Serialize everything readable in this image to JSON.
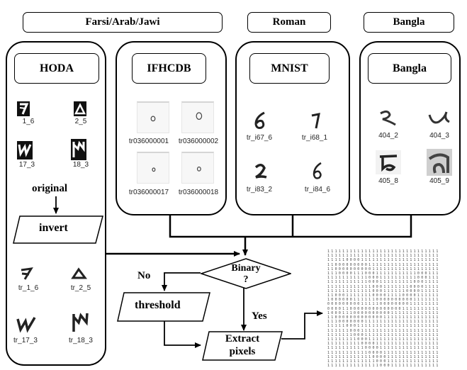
{
  "headers": {
    "farsi": "Farsi/Arab/Jawi",
    "roman": "Roman",
    "bangla": "Bangla"
  },
  "datasets": {
    "hoda": {
      "title": "HODA",
      "originals": [
        "1_6",
        "2_5",
        "17_3",
        "18_3"
      ],
      "original_label": "original",
      "invert_label": "invert",
      "inverted": [
        "tr_1_6",
        "tr_2_5",
        "tr_17_3",
        "tr_18_3"
      ]
    },
    "ifhcdb": {
      "title": "IFHCDB",
      "samples": [
        "tr036000001",
        "tr036000002",
        "tr036000017",
        "tr036000018"
      ]
    },
    "mnist": {
      "title": "MNIST",
      "samples": [
        "tr_i67_6",
        "tr_i68_1",
        "tr_i83_2",
        "tr_i84_6"
      ]
    },
    "bangla": {
      "title": "Bangla",
      "samples": [
        "404_2",
        "404_3",
        "405_8",
        "405_9"
      ]
    }
  },
  "flow": {
    "decision": "Binary\n?",
    "no_label": "No",
    "yes_label": "Yes",
    "threshold": "threshold",
    "extract": "Extract\npixels"
  },
  "matrix_rows": [
    "1 1 1 1 1 1 1 1 1 1 1 1 1 1 1 1 1 1 1 1 1 1 1 1 1 1 1 1 1 1",
    "1 1 1 1 1 1 1 1 1 1 1 1 1 1 1 1 1 1 1 1 1 1 1 1 1 1 1 1 1 1",
    "1 1 1 1 1 0 0 0 0 1 1 1 1 1 1 1 1 1 1 1 1 1 1 1 1 1 1 1 1 1",
    "1 1 0 0 0 0 0 0 0 0 0 1 1 1 1 1 1 1 1 1 1 1 1 1 1 1 1 1 1 1",
    "1 1 0 0 0 0 0 0 0 0 0 0 1 1 1 1 1 1 1 1 1 1 1 1 1 1 1 1 1 1",
    "1 1 1 0 0 0 0 1 1 1 0 0 0 1 1 1 1 1 1 1 1 1 1 1 0 0 0 1 1 1",
    "1 1 1 1 1 1 1 1 1 1 1 0 0 0 1 1 1 1 1 1 1 1 1 1 0 0 0 1 1 1",
    "1 1 1 1 1 1 1 1 1 1 1 0 0 0 1 1 1 1 1 1 1 1 1 0 0 0 1 1 1 1",
    "1 1 1 1 1 1 1 1 1 1 1 1 0 0 0 1 1 1 1 1 1 1 0 0 0 0 1 1 1 1",
    "1 1 1 1 1 1 1 1 1 1 1 1 0 0 0 1 1 1 1 1 1 0 0 0 0 1 1 1 1 1",
    "1 1 0 0 0 1 1 1 1 1 1 1 0 0 0 0 1 1 1 1 0 0 0 0 1 1 1 1 1 1",
    "1 0 0 0 0 0 0 1 1 1 1 1 1 0 0 0 0 0 0 0 0 0 0 1 1 1 1 1 1 1",
    "0 0 0 0 0 0 0 0 0 1 1 1 1 1 0 0 0 0 0 0 0 0 1 1 1 1 1 1 1 1",
    "0 0 0 0 1 1 0 0 0 0 0 0 0 0 0 0 0 0 0 0 1 1 1 1 1 1 1 1 1 1",
    "1 0 0 0 1 1 1 0 0 0 0 0 0 0 0 0 0 1 1 1 1 1 1 1 1 1 1 1 1 1",
    "1 1 0 0 0 0 0 0 0 0 0 0 0 0 0 1 1 1 1 1 1 1 1 1 1 1 1 1 1 1",
    "1 1 1 0 0 0 0 0 0 0 1 1 1 1 1 1 1 1 1 1 1 1 1 1 1 1 1 1 1 1",
    "1 1 1 1 1 0 0 0 1 1 1 1 1 1 1 1 1 1 1 1 1 1 1 1 1 1 1 1 1 1",
    "1 1 1 1 1 1 0 0 0 1 1 1 1 1 1 1 1 1 1 1 1 1 1 1 1 1 1 1 1 1",
    "1 1 1 1 1 1 1 0 0 0 1 1 1 1 1 1 1 1 1 1 1 1 1 1 1 1 1 1 1 1",
    "1 1 1 1 1 1 1 1 0 0 0 1 1 1 1 1 1 1 1 1 1 1 1 1 1 1 1 1 1 1",
    "1 1 1 1 1 1 1 1 1 0 0 0 0 1 1 1 1 1 1 1 1 1 1 1 1 1 1 1 1 1",
    "1 1 1 1 1 1 1 1 1 1 0 0 0 0 1 1 1 1 1 1 1 1 1 1 1 1 1 1 1 1",
    "1 1 1 1 1 1 1 1 1 1 1 0 0 0 0 1 1 1 1 1 1 1 1 1 1 1 1 1 1 1",
    "1 1 1 1 1 1 1 1 1 1 1 1 0 0 0 0 1 1 1 1 1 1 1 1 1 1 1 1 1 1",
    "1 1 1 1 1 1 1 1 1 1 1 1 1 0 0 0 1 1 1 1 1 1 1 1 1 1 1 1 1 1",
    "1 1 1 1 1 1 1 1 1 1 1 1 1 1 0 0 0 1 1 1 1 1 1 1 1 1 1 1 1 1"
  ]
}
